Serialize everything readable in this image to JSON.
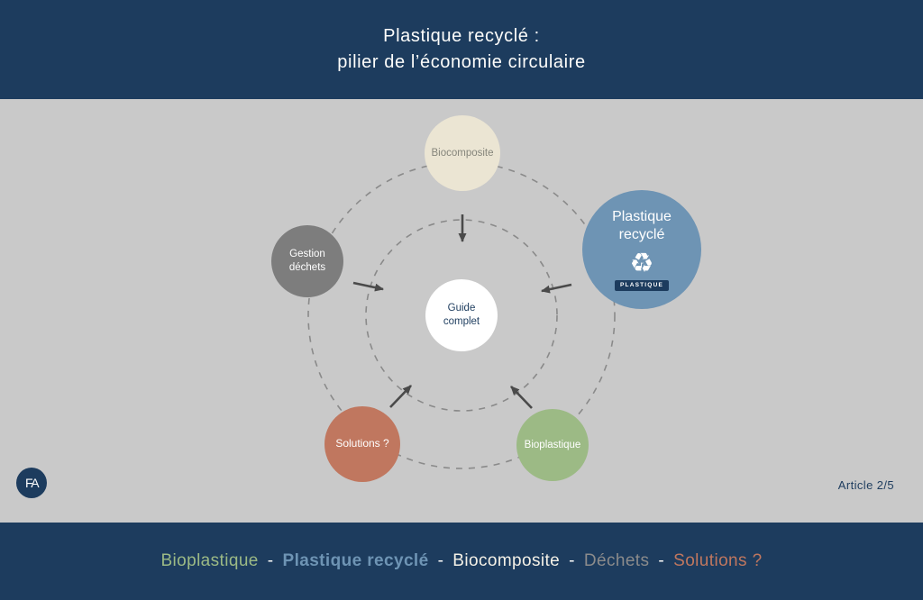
{
  "header": {
    "title_line1": "Plastique recyclé :",
    "title_line2": "pilier de l’économie circulaire"
  },
  "diagram": {
    "center": {
      "line1": "Guide",
      "line2": "complet",
      "bg": "#ffffff",
      "text_color": "#1d3c5e"
    },
    "nodes": {
      "biocomposite": {
        "label": "Biocomposite",
        "bg": "#ebe5d3",
        "text_color": "#85857b"
      },
      "plastique_recycle": {
        "line1": "Plastique",
        "line2": "recyclé",
        "icon": "recycle-symbol",
        "icon_glyph": "♻",
        "icon_letter": "r",
        "badge": "PLASTIQUE",
        "badge_bg": "#1d3c5e",
        "bg": "#6e94b4",
        "text_color": "#ffffff"
      },
      "gestion_dechets": {
        "line1": "Gestion",
        "line2": "déchets",
        "bg": "#7d7d7d",
        "text_color": "#ffffff"
      },
      "solutions": {
        "label": "Solutions ?",
        "bg": "#c0775f",
        "text_color": "#ffffff"
      },
      "bioplastique": {
        "label": "Bioplastique",
        "bg": "#9cba85",
        "text_color": "#ffffff"
      }
    }
  },
  "logo": {
    "text": "FA",
    "bg": "#1d3c5e",
    "color": "#ffffff"
  },
  "article": {
    "label": "Article 2/5",
    "color": "#1d3c5e"
  },
  "footer": {
    "separator": "-",
    "items": [
      {
        "label": "Bioplastique",
        "color": "#9cba85",
        "weight": "normal"
      },
      {
        "label": "Plastique recyclé",
        "color": "#6e94b4",
        "weight": "bold"
      },
      {
        "label": "Biocomposite",
        "color": "#f4f1e7",
        "weight": "normal"
      },
      {
        "label": "Déchets",
        "color": "#8b8b8b",
        "weight": "normal"
      },
      {
        "label": "Solutions ?",
        "color": "#c0775f",
        "weight": "normal"
      }
    ]
  },
  "colors": {
    "header_bg": "#1d3c5e",
    "body_bg": "#c9c9c9",
    "footer_bg": "#1d3c5e",
    "dashed_ring": "#8a8a8a",
    "arrow": "#4a4a4a"
  }
}
